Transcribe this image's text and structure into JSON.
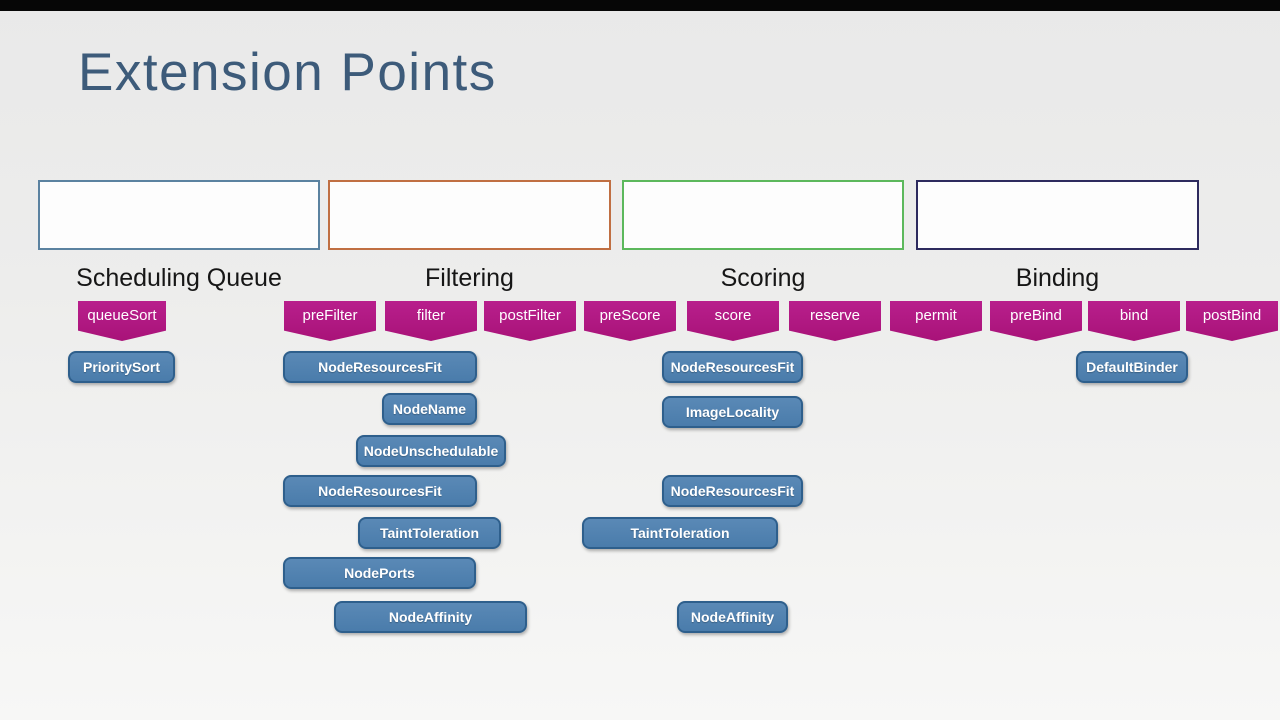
{
  "slide": {
    "title": "Extension Points"
  },
  "phases": [
    {
      "name": "Scheduling Queue",
      "border_color": "#5b82a0"
    },
    {
      "name": "Filtering",
      "border_color": "#c06f42"
    },
    {
      "name": "Scoring",
      "border_color": "#5cb85c"
    },
    {
      "name": "Binding",
      "border_color": "#2d2a5e"
    }
  ],
  "extension_points": [
    "queueSort",
    "preFilter",
    "filter",
    "postFilter",
    "preScore",
    "score",
    "reserve",
    "permit",
    "preBind",
    "bind",
    "postBind"
  ],
  "plugins": {
    "scheduling_queue": [
      "PrioritySort"
    ],
    "filtering": [
      "NodeResourcesFit",
      "NodeName",
      "NodeUnschedulable",
      "NodeResourcesFit",
      "TaintToleration",
      "NodePorts",
      "NodeAffinity"
    ],
    "scoring": [
      "NodeResourcesFit",
      "ImageLocality",
      "NodeResourcesFit",
      "TaintToleration",
      "NodeAffinity"
    ],
    "binding": [
      "DefaultBinder"
    ]
  },
  "colors": {
    "title_text": "#3d5b7a",
    "phase_label_text": "#161616",
    "extension_point_fill": "#ad1480",
    "plugin_fill": "#4d7fae",
    "plugin_border": "#2e5f8c",
    "phase_box_fill": "#fdfdfd",
    "letterbox_bar": "#060606",
    "background": "#efefee"
  }
}
